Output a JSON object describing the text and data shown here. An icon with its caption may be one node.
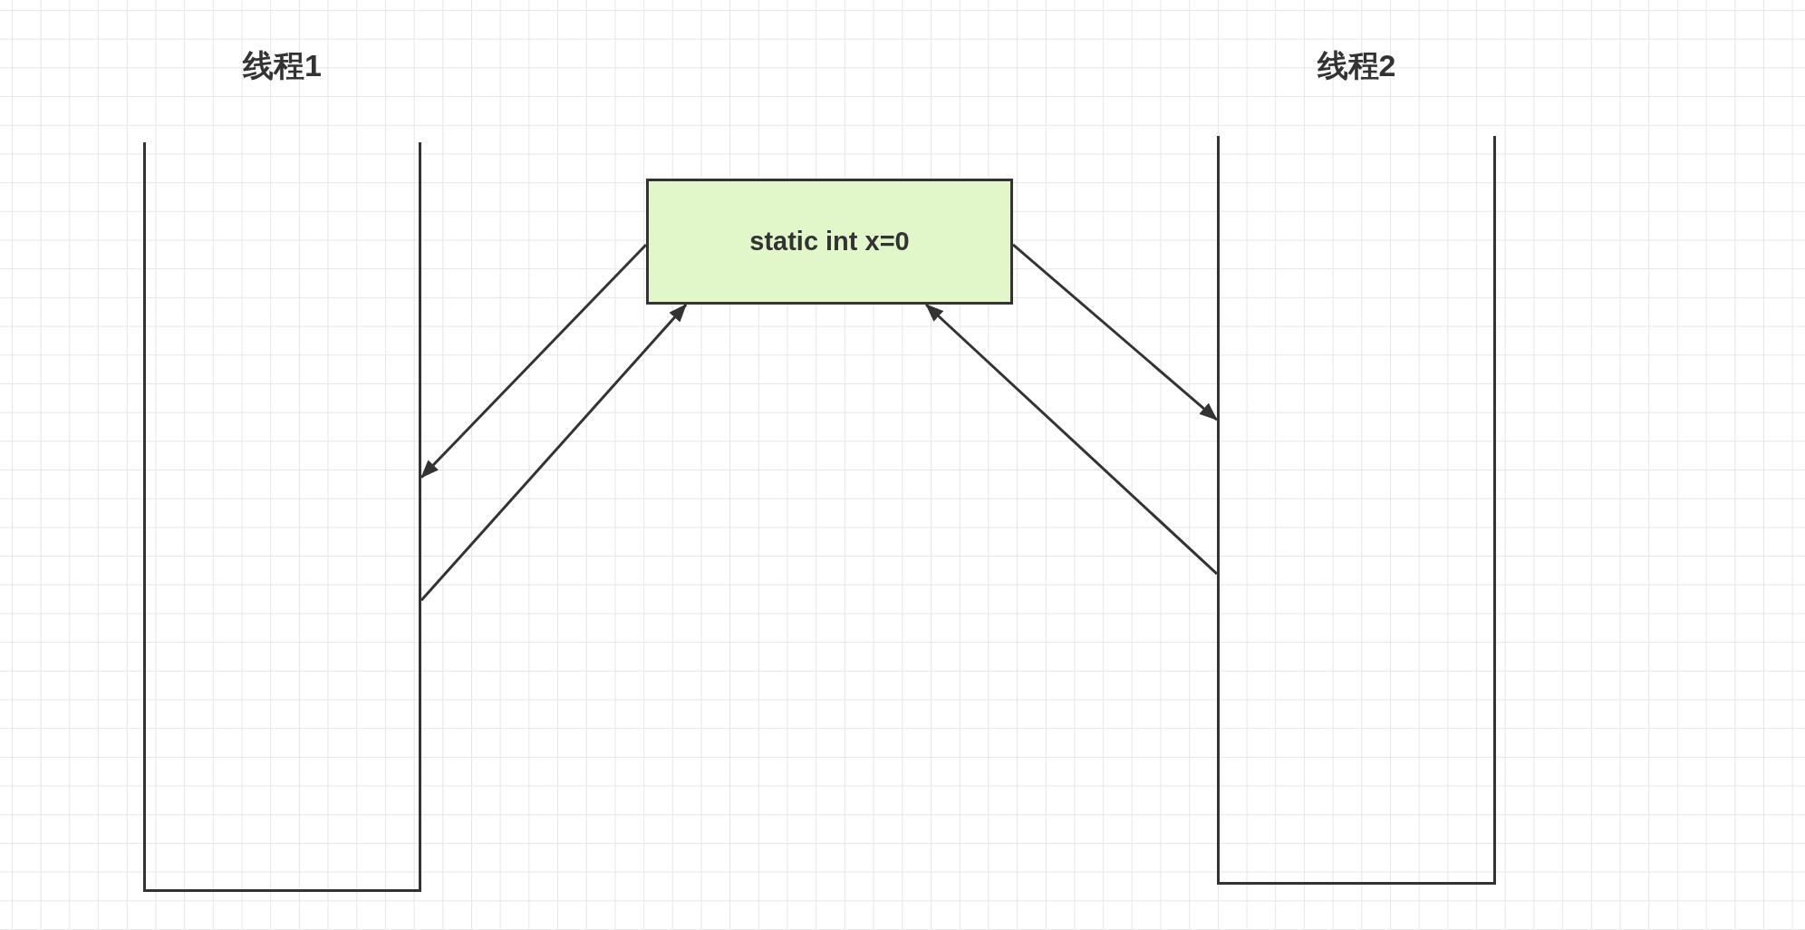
{
  "diagram": {
    "nodes": [
      {
        "text": [
          "线程1"
        ]
      },
      {
        "text": [
          "线程2"
        ]
      },
      {
        "text": [
          "static int x=0"
        ]
      }
    ],
    "edges": [
      {
        "from": 2,
        "to": 0,
        "arrow": "to"
      },
      {
        "from": 0,
        "to": 2,
        "arrow": "to"
      },
      {
        "from": 2,
        "to": 1,
        "arrow": "to"
      },
      {
        "from": 1,
        "to": 2,
        "arrow": "to"
      }
    ]
  }
}
